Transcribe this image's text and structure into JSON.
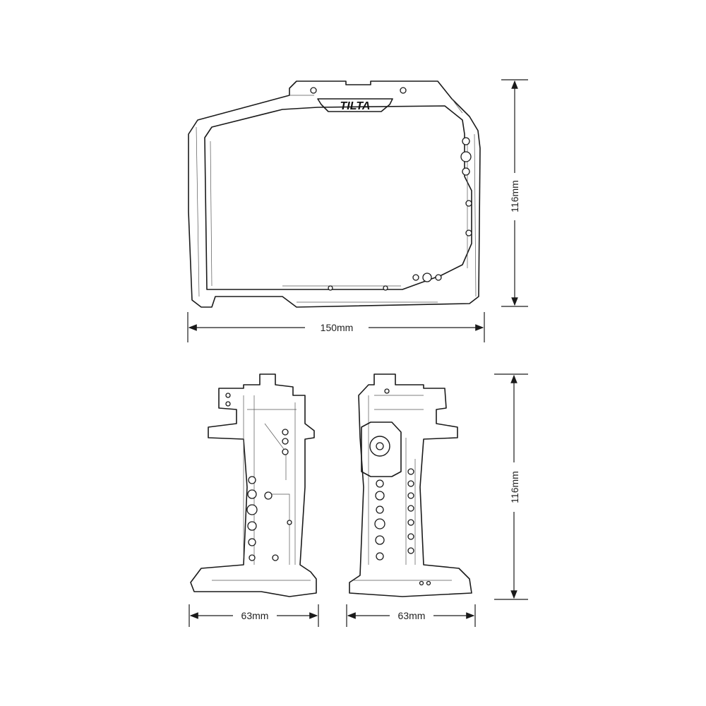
{
  "front_view": {
    "logo_text": "TILTA",
    "width_label": "150mm",
    "height_label": "116mm"
  },
  "side_views": {
    "left_width_label": "63mm",
    "right_width_label": "63mm",
    "height_label": "116mm"
  },
  "colors": {
    "line": "#1a1a1a",
    "background": "#ffffff"
  }
}
